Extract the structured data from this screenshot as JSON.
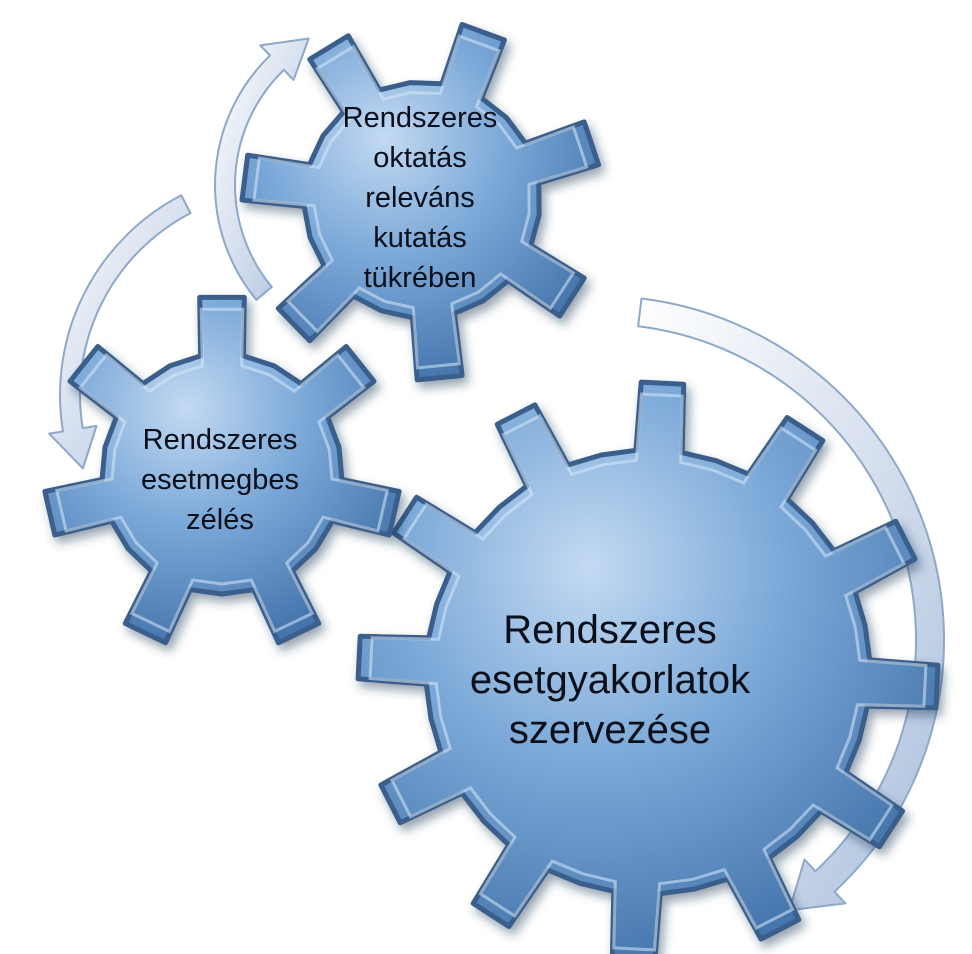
{
  "diagram": {
    "gears": [
      {
        "id": "large",
        "lines": [
          "Rendszeres",
          "esetgyakorlatok",
          "szervezése"
        ]
      },
      {
        "id": "left",
        "lines": [
          "Rendszeres",
          "esetmegbes",
          "zélés"
        ]
      },
      {
        "id": "top",
        "lines": [
          "Rendszeres",
          "oktatás",
          "releváns",
          "kutatás",
          "tükrében"
        ]
      }
    ],
    "colors": {
      "gear_fill_light": "#b8d2ee",
      "gear_fill_mid": "#6f9fd2",
      "gear_fill_dark": "#3f6fa5",
      "gear_outline": "#3a5f8c",
      "arrow_fill": "#cfdaeb",
      "arrow_outline": "#8ea8c8"
    }
  }
}
